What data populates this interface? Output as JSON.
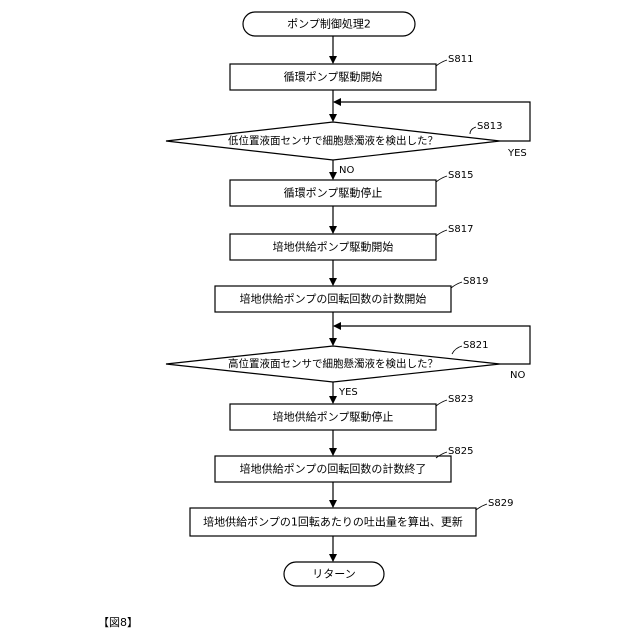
{
  "flow": {
    "start": "ポンプ制御処理2",
    "end": "リターン",
    "steps": [
      {
        "id": "S811",
        "text": "循環ポンプ駆動開始"
      },
      {
        "id": "S813",
        "text": "低位置液面センサで細胞懸濁液を検出した？"
      },
      {
        "id": "S815",
        "text": "循環ポンプ駆動停止"
      },
      {
        "id": "S817",
        "text": "培地供給ポンプ駆動開始"
      },
      {
        "id": "S819",
        "text": "培地供給ポンプの回転回数の計数開始"
      },
      {
        "id": "S821",
        "text": "高位置液面センサで細胞懸濁液を検出した？"
      },
      {
        "id": "S823",
        "text": "培地供給ポンプ駆動停止"
      },
      {
        "id": "S825",
        "text": "培地供給ポンプの回転回数の計数終了"
      },
      {
        "id": "S829",
        "text": "培地供給ポンプの1回転あたりの吐出量を算出、更新"
      }
    ],
    "branch_labels": {
      "s813_yes": "YES",
      "s813_no": "NO",
      "s821_no": "NO",
      "s821_yes": "YES"
    }
  },
  "caption": "【図8】"
}
